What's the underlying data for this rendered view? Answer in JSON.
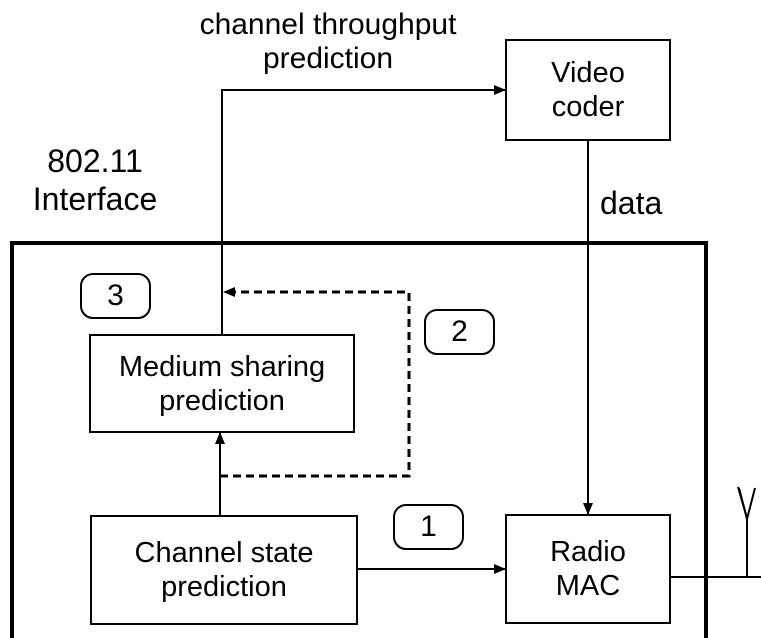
{
  "top_label": {
    "line1": "channel throughput",
    "line2": "prediction"
  },
  "interface_label": {
    "line1": "802.11",
    "line2": "Interface"
  },
  "data_label": "data",
  "blocks": {
    "video_coder": {
      "line1": "Video",
      "line2": "coder"
    },
    "medium_sharing": {
      "line1": "Medium sharing",
      "line2": "prediction"
    },
    "channel_state": {
      "line1": "Channel state",
      "line2": "prediction"
    },
    "radio_mac": {
      "line1": "Radio",
      "line2": "MAC"
    }
  },
  "steps": {
    "one": "1",
    "two": "2",
    "three": "3"
  }
}
